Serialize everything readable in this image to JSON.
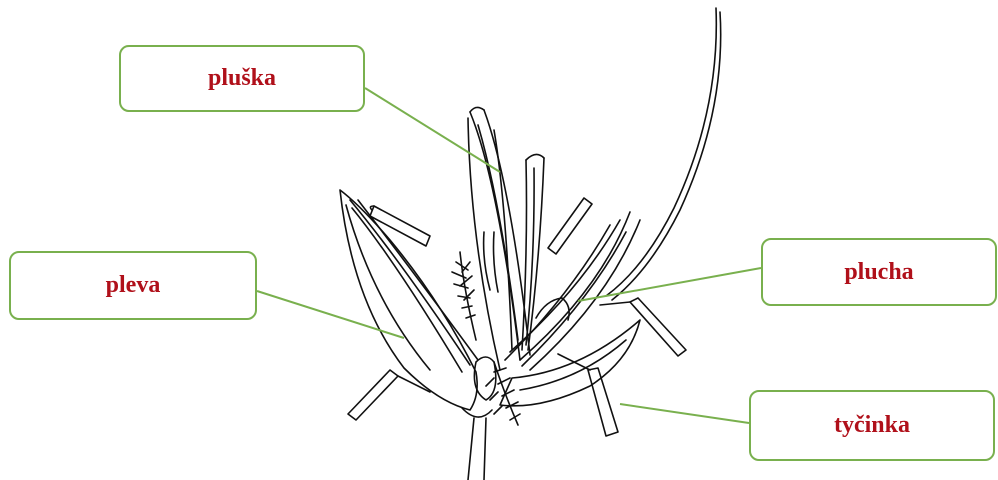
{
  "colors": {
    "label_text": "#b0101a",
    "label_border": "#79b04e",
    "leader_line": "#79b04e",
    "drawing_ink": "#111111"
  },
  "labels": {
    "pluska": "pluška",
    "pleva": "pleva",
    "plucha": "plucha",
    "tycinka": "tyčinka"
  }
}
